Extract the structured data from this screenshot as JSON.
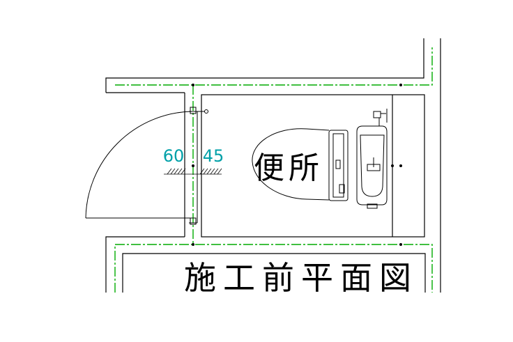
{
  "drawing": {
    "room_label": "便所",
    "title": "施工前平面図",
    "dim_left": "60",
    "dim_right": "45"
  },
  "colors": {
    "line": "#000000",
    "centerline": "#00aa00",
    "dimension": "#00a0a8",
    "background": "#ffffff"
  }
}
